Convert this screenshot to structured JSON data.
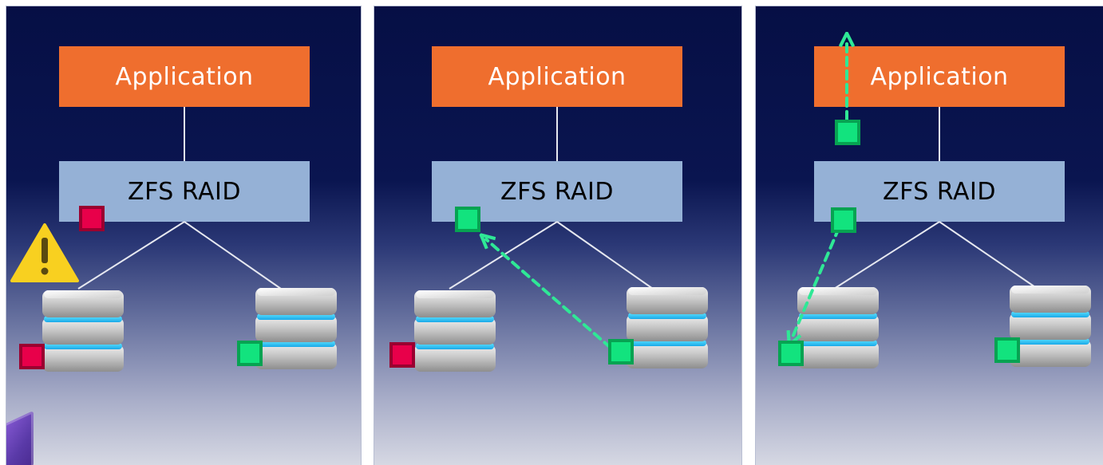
{
  "panels": [
    {
      "application_label": "Application",
      "raid_label": "ZFS RAID",
      "disk_left_status": "corrupt",
      "disk_right_status": "ok",
      "raid_block_status": "corrupt",
      "warning_shown": true
    },
    {
      "application_label": "Application",
      "raid_label": "ZFS RAID",
      "disk_left_status": "corrupt",
      "disk_right_status": "ok",
      "raid_block_status": "ok",
      "arrow": "right-disk-to-raid"
    },
    {
      "application_label": "Application",
      "raid_label": "ZFS RAID",
      "disk_left_status": "ok",
      "disk_right_status": "ok",
      "raid_block_status": "ok",
      "arrows": [
        "raid-to-left-disk",
        "application-block-up"
      ]
    }
  ],
  "colors": {
    "application": "#ef6e2e",
    "raid": "#95b1d6",
    "corrupt_block": "#e8004a",
    "ok_block": "#12e37e",
    "arrow": "#2fe896",
    "warning": "#f8d020"
  }
}
